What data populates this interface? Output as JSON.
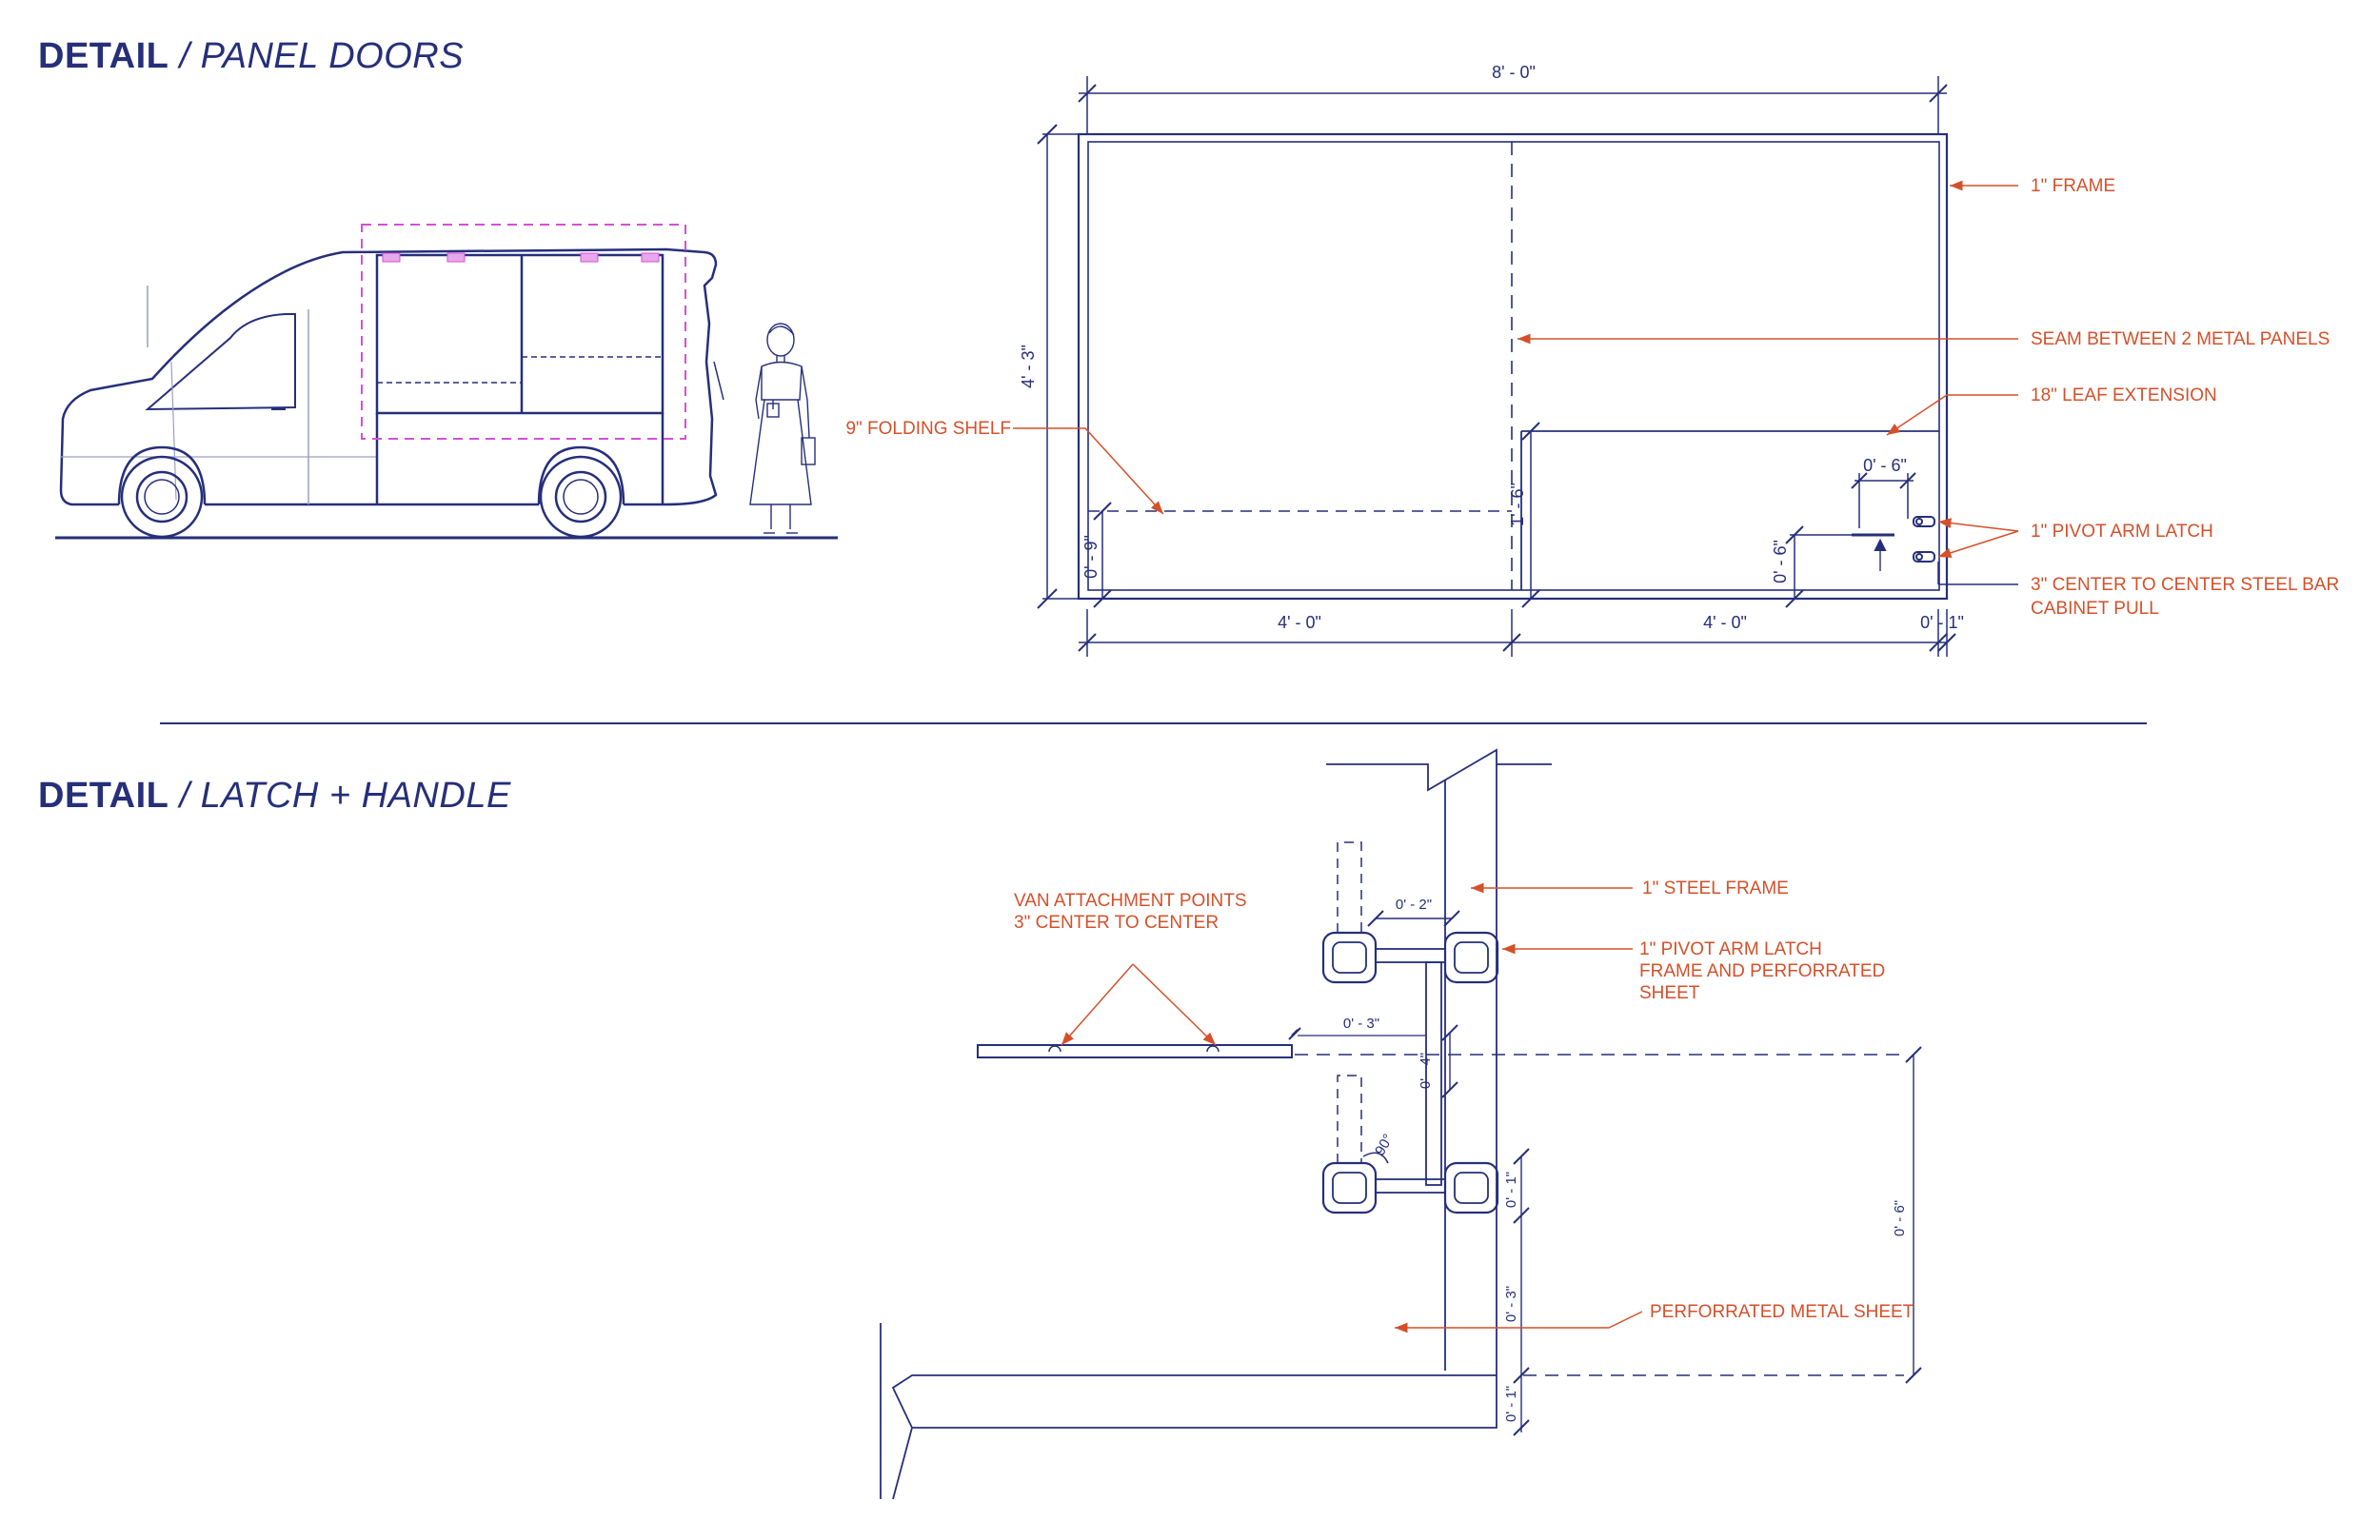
{
  "sections": [
    {
      "bold": "DETAIL",
      "italic": " / PANEL DOORS"
    },
    {
      "bold": "DETAIL",
      "italic": " / LATCH + HANDLE"
    }
  ],
  "panel_doors": {
    "dims": {
      "overall_width": "8' - 0\"",
      "overall_height": "4' - 3\"",
      "left_half": "4' - 0\"",
      "right_half": "4' - 0\"",
      "frame_gap": "0' - 1\"",
      "shelf_height": "0' - 9\"",
      "leaf_height": "1' - 6\"",
      "latch_spacing": "0' - 6\"",
      "pull_height": "0' - 6\""
    },
    "labels": {
      "frame": "1\" FRAME",
      "seam": "SEAM BETWEEN 2 METAL PANELS",
      "leaf": "18\" LEAF EXTENSION",
      "shelf": "9\" FOLDING SHELF",
      "latch": "1\" PIVOT ARM LATCH",
      "pull_1": "3\" CENTER TO CENTER STEEL BAR",
      "pull_2": "CABINET PULL"
    }
  },
  "latch_handle": {
    "dims": {
      "arm_width": "0' - 2\"",
      "offset": "0' - 3\"",
      "arm_height": "0' - 4\"",
      "angle": "90°",
      "small_1": "0' - 1\"",
      "small_3": "0' - 3\"",
      "small_1b": "0' - 1\"",
      "total": "0' - 6\""
    },
    "labels": {
      "van_1": "VAN ATTACHMENT POINTS",
      "van_2": "3\" CENTER TO CENTER",
      "steel_frame": "1\" STEEL FRAME",
      "pivot_1": "1\" PIVOT ARM LATCH",
      "pivot_2": "FRAME AND PERFORRATED",
      "pivot_3": "SHEET",
      "perforated": "PERFORRATED METAL SHEET"
    }
  },
  "colors": {
    "line": "#262f7a",
    "annotation": "#d4502a",
    "magenta": "#d44fd8"
  }
}
